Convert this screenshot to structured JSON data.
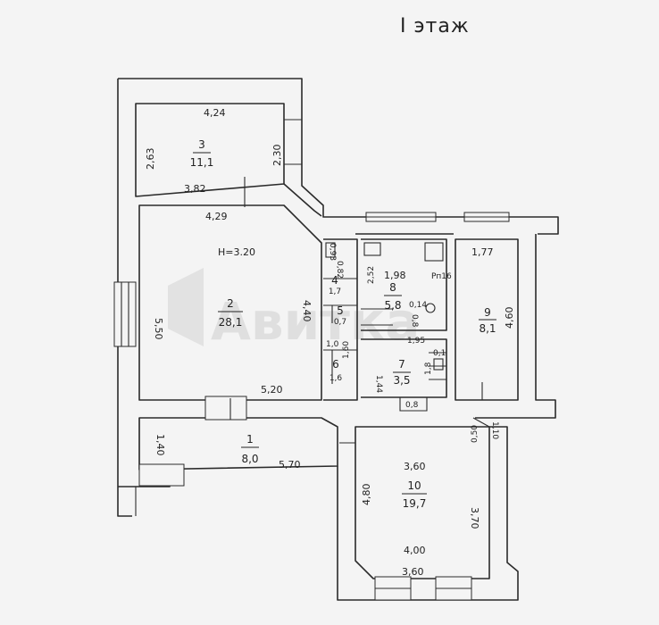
{
  "title": "I этаж",
  "height_label": "H=3.20",
  "watermark": "Авитка",
  "rooms": [
    {
      "number": "1",
      "area": "8,0"
    },
    {
      "number": "2",
      "area": "28,1"
    },
    {
      "number": "3",
      "area": "11,1"
    },
    {
      "number": "4",
      "area": "1,7"
    },
    {
      "number": "5",
      "area": "0,7"
    },
    {
      "number": "6",
      "area": "1,6"
    },
    {
      "number": "7",
      "area": "3,5"
    },
    {
      "number": "8",
      "area": "5,8"
    },
    {
      "number": "9",
      "area": "8,1"
    },
    {
      "number": "10",
      "area": "19,7"
    }
  ],
  "dimensions": {
    "r3_top": "4,24",
    "r3_left": "2,63",
    "r3_right": "2,30",
    "r3_bottom": "3,82",
    "r2_top": "4,29",
    "r2_left": "5,50",
    "r2_right": "4,40",
    "r2_bottom": "5,20",
    "r4_top": "0,82",
    "r4_side": "0,93",
    "r8_top": "1,98",
    "r8_left": "2,52",
    "r8_mark": "Рп16",
    "r8_small_a": "0,14",
    "r8_small_b": "0,8",
    "r5_side": "1,0",
    "r6_side": "1,60",
    "r7_top": "1,95",
    "r7_left": "1,44",
    "r7_right": "1,8",
    "r7_small": "0,1",
    "r7_bottom": "0,8",
    "r9_top": "1,77",
    "r9_right": "4,60",
    "r1_left": "1,40",
    "r1_bottom": "5,70",
    "r10_top": "3,60",
    "r10_left": "4,80",
    "r10_right": "3,70",
    "r10_ne_a": "1,10",
    "r10_ne_b": "0,50",
    "r10_bottom_a": "4,00",
    "r10_bottom_b": "3,60"
  }
}
